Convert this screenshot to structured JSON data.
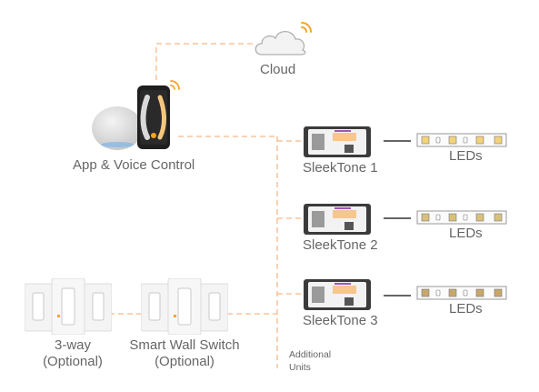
{
  "cloud": {
    "label": "Cloud",
    "icon": "cloud-wifi-icon"
  },
  "app_control": {
    "label": "App & Voice Control",
    "icons": [
      "smart-speaker-icon",
      "smartphone-app-icon",
      "wifi-icon"
    ]
  },
  "controllers": [
    {
      "label": "SleekTone 1",
      "output_label": "LEDs"
    },
    {
      "label": "SleekTone 2",
      "output_label": "LEDs"
    },
    {
      "label": "SleekTone 3",
      "output_label": "LEDs"
    }
  ],
  "switches": {
    "three_way": {
      "line1": "3-way",
      "line2": "(Optional)"
    },
    "smart_wall": {
      "line1": "Smart Wall Switch",
      "line2": "(Optional)"
    }
  },
  "additional_units": {
    "line1": "Additional",
    "line2": "Units"
  },
  "colors": {
    "wire_dashed": "#f7b889",
    "wire_solid": "#333333",
    "text": "#666666",
    "wifi": "#f5a623"
  }
}
